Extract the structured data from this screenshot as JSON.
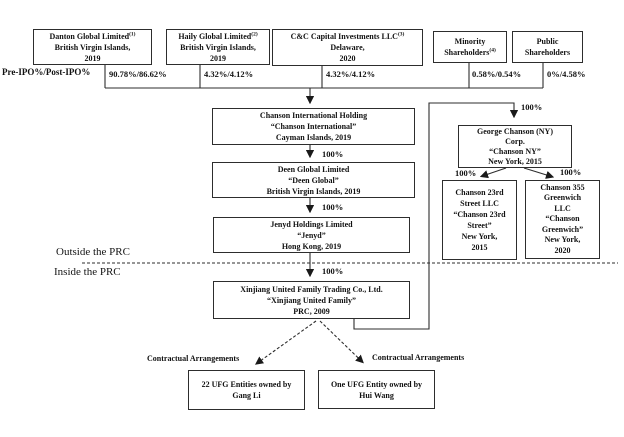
{
  "row_label": "Pre-IPO%/Post-IPO%",
  "shareholders": {
    "danton": {
      "title": "Danton Global Limited",
      "sup": "(1)",
      "line2": "British Virgin Islands,",
      "line3": "2019",
      "pct": "90.78%/86.62%"
    },
    "haily": {
      "title": "Haily Global Limited",
      "sup": "(2)",
      "line2": "British Virgin Islands,",
      "line3": "2019",
      "pct": "4.32%/4.12%"
    },
    "cc": {
      "title": "C&C Capital Investments LLC",
      "sup": "(3)",
      "line2": "Delaware,",
      "line3": "2020",
      "pct": "4.32%/4.12%"
    },
    "minority": {
      "line1": "Minority",
      "line2": "Shareholders",
      "sup": "(4)",
      "pct": "0.58%/0.54%"
    },
    "public": {
      "line1": "Public",
      "line2": "Shareholders",
      "pct": "0%/4.58%"
    }
  },
  "chain": {
    "chanson_international": {
      "line1": "Chanson International Holding",
      "line2": "“Chanson International”",
      "line3": "Cayman Islands, 2019"
    },
    "deen": {
      "line1": "Deen Global Limited",
      "line2": "“Deen Global”",
      "line3": "British Virgin Islands, 2019"
    },
    "jenyd": {
      "line1": "Jenyd Holdings Limited",
      "line2": "“Jenyd”",
      "line3": "Hong Kong, 2019"
    },
    "xinjiang": {
      "line1": "Xinjiang United Family Trading Co., Ltd.",
      "line2": "“Xinjiang United Family”",
      "line3": "PRC, 2009"
    }
  },
  "us_entities": {
    "george": {
      "line1": "George Chanson (NY)",
      "line2": "Corp.",
      "line3": "“Chanson NY”",
      "line4": "New York, 2015"
    },
    "street23": {
      "lines": [
        "Chanson 23rd",
        "Street LLC",
        "“Chanson 23rd",
        "Street”",
        "New York,",
        "2015"
      ]
    },
    "greenwich": {
      "lines": [
        "Chanson 355",
        "Greenwich",
        "LLC",
        "“Chanson",
        "Greenwich”",
        "New York,",
        "2020"
      ]
    }
  },
  "ufg": {
    "left": {
      "line1": "22 UFG Entities owned by",
      "line2": "Gang Li"
    },
    "right": {
      "line1": "One UFG Entity owned by",
      "line2": "Hui Wang"
    }
  },
  "labels": {
    "outside_prc": "Outside the PRC",
    "inside_prc": "Inside the PRC",
    "contractual": "Contractual  Arrangements",
    "pct100": "100%"
  },
  "colors": {
    "line": "#2d2d2d",
    "text": "#111111",
    "background": "#ffffff"
  }
}
